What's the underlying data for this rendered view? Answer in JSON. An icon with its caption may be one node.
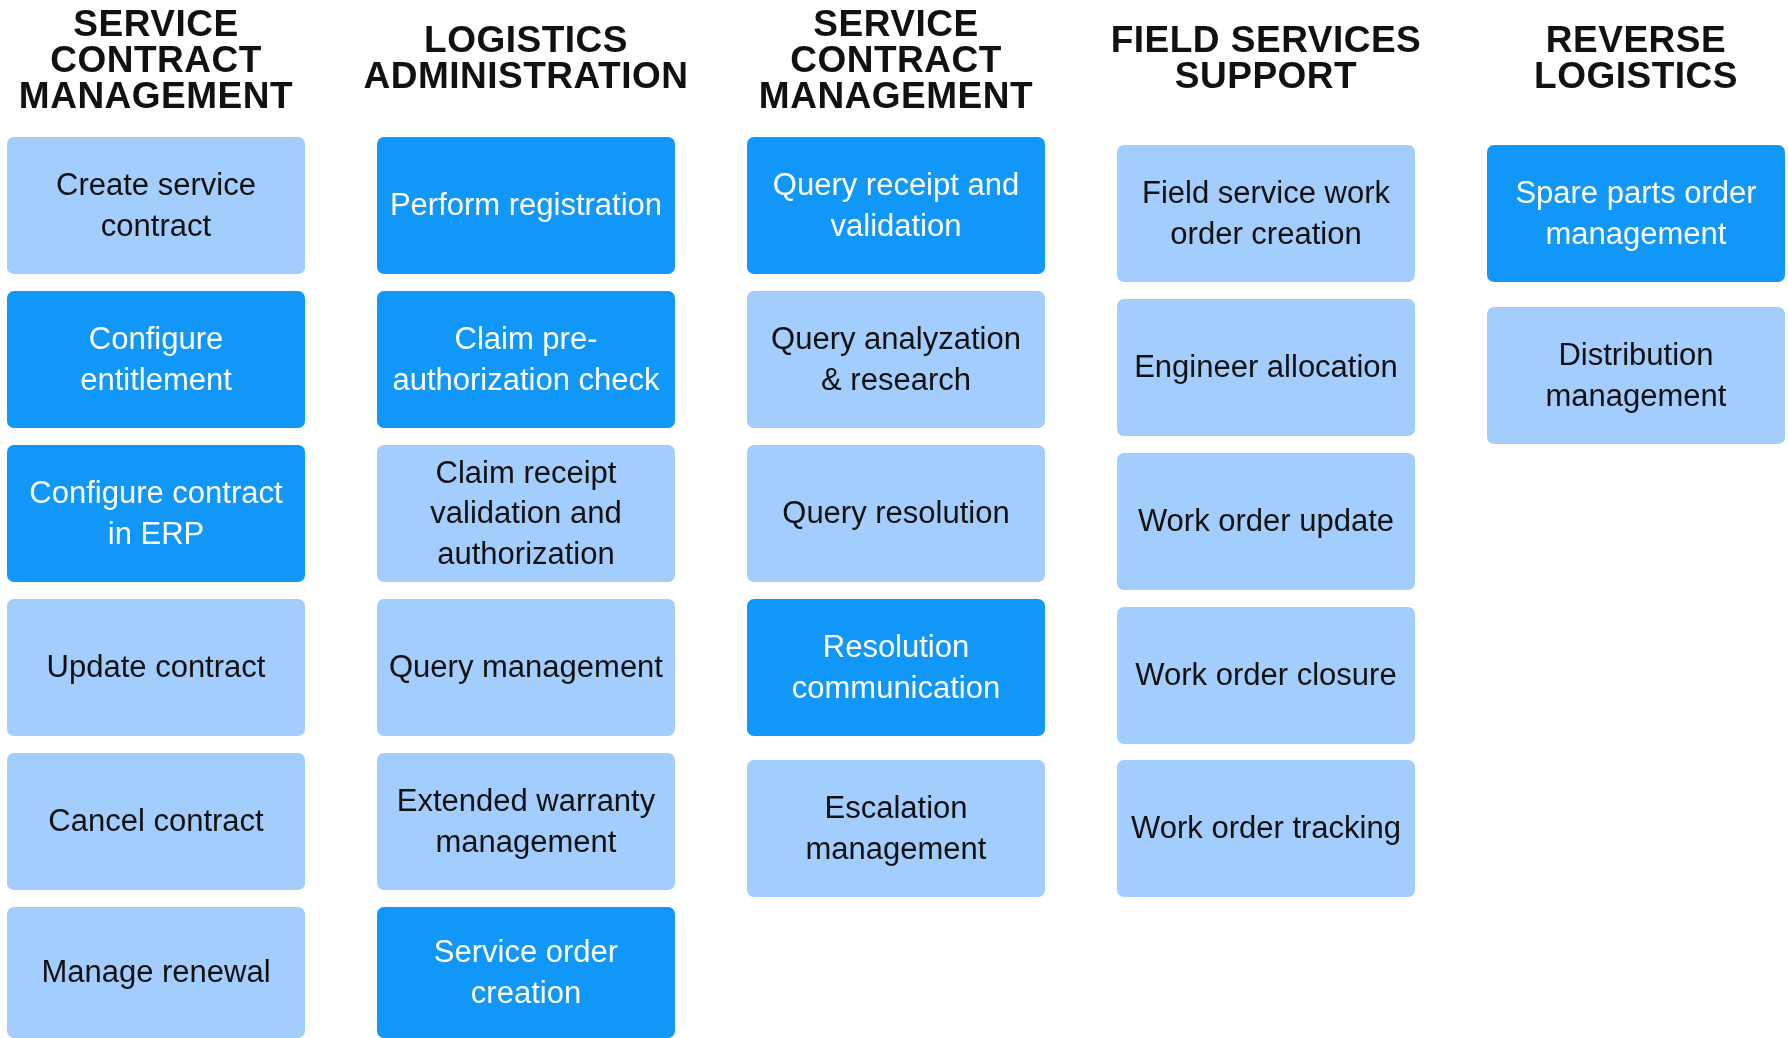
{
  "diagram": {
    "nodes": [
      {
        "text": [
          "Create service contract"
        ]
      },
      {
        "text": [
          "Configure entitlement"
        ]
      },
      {
        "text": [
          "Configure contract in ERP"
        ]
      },
      {
        "text": [
          "Update contract"
        ]
      },
      {
        "text": [
          "Cancel contract"
        ]
      },
      {
        "text": [
          "Manage renewal"
        ]
      },
      {
        "text": [
          "Perform registration"
        ]
      },
      {
        "text": [
          "Claim pre-authorization check"
        ]
      },
      {
        "text": [
          "Claim receipt validation and authorization"
        ]
      },
      {
        "text": [
          "Query management"
        ]
      },
      {
        "text": [
          "Extended warranty management"
        ]
      },
      {
        "text": [
          "Service order creation"
        ]
      },
      {
        "text": [
          "Query receipt and validation"
        ]
      },
      {
        "text": [
          "Query analyzation & research"
        ]
      },
      {
        "text": [
          "Query resolution"
        ]
      },
      {
        "text": [
          "Resolution communication"
        ]
      },
      {
        "text": [
          "Escalation management"
        ]
      },
      {
        "text": [
          "Field service work order creation"
        ]
      },
      {
        "text": [
          "Engineer allocation"
        ]
      },
      {
        "text": [
          "Work order update"
        ]
      },
      {
        "text": [
          "Work order closure"
        ]
      },
      {
        "text": [
          "Work order tracking"
        ]
      },
      {
        "text": [
          "Spare parts order management"
        ]
      },
      {
        "text": [
          "Distribution management"
        ]
      }
    ],
    "labels": [
      "SERVICE CONTRACT MANAGEMENT",
      "LOGISTICS ADMINISTRATION",
      "SERVICE CONTRACT MANAGEMENT",
      "FIELD SERVICES SUPPORT",
      "REVERSE LOGISTICS"
    ]
  }
}
